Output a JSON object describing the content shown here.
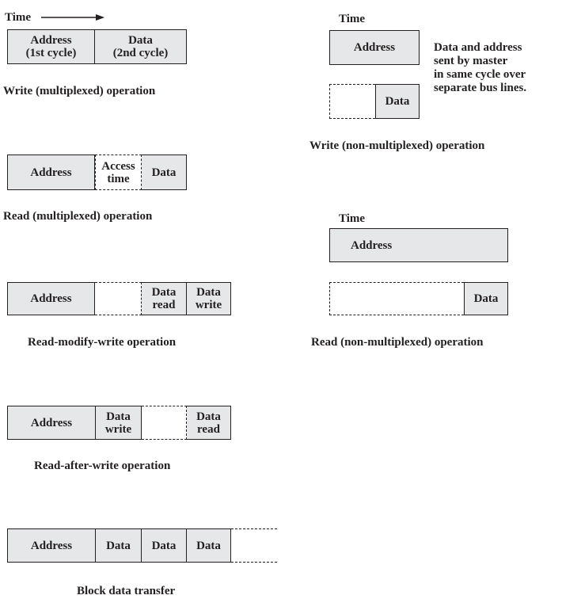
{
  "time_label": "Time",
  "write_mux": {
    "address": [
      "Address",
      "(1st cycle)"
    ],
    "data": [
      "Data",
      "(2nd cycle)"
    ],
    "caption": "Write (multiplexed) operation"
  },
  "read_mux": {
    "address": "Address",
    "access": [
      "Access",
      "time"
    ],
    "data": "Data",
    "caption": "Read (multiplexed) operation"
  },
  "rmw": {
    "address": "Address",
    "data_read": [
      "Data",
      "read"
    ],
    "data_write": [
      "Data",
      "write"
    ],
    "caption": "Read-modify-write operation"
  },
  "raw": {
    "address": "Address",
    "data_write": [
      "Data",
      "write"
    ],
    "data_read": [
      "Data",
      "read"
    ],
    "caption": "Read-after-write operation"
  },
  "block": {
    "address": "Address",
    "data": [
      "Data",
      "Data",
      "Data"
    ],
    "caption": "Block data transfer"
  },
  "write_nonmux": {
    "address": "Address",
    "data": "Data",
    "note": [
      "Data and address",
      "sent by master",
      "in same cycle over",
      "separate bus lines."
    ],
    "caption": "Write (non-multiplexed) operation"
  },
  "read_nonmux": {
    "address": "Address",
    "data": "Data",
    "caption": "Read (non-multiplexed) operation"
  }
}
